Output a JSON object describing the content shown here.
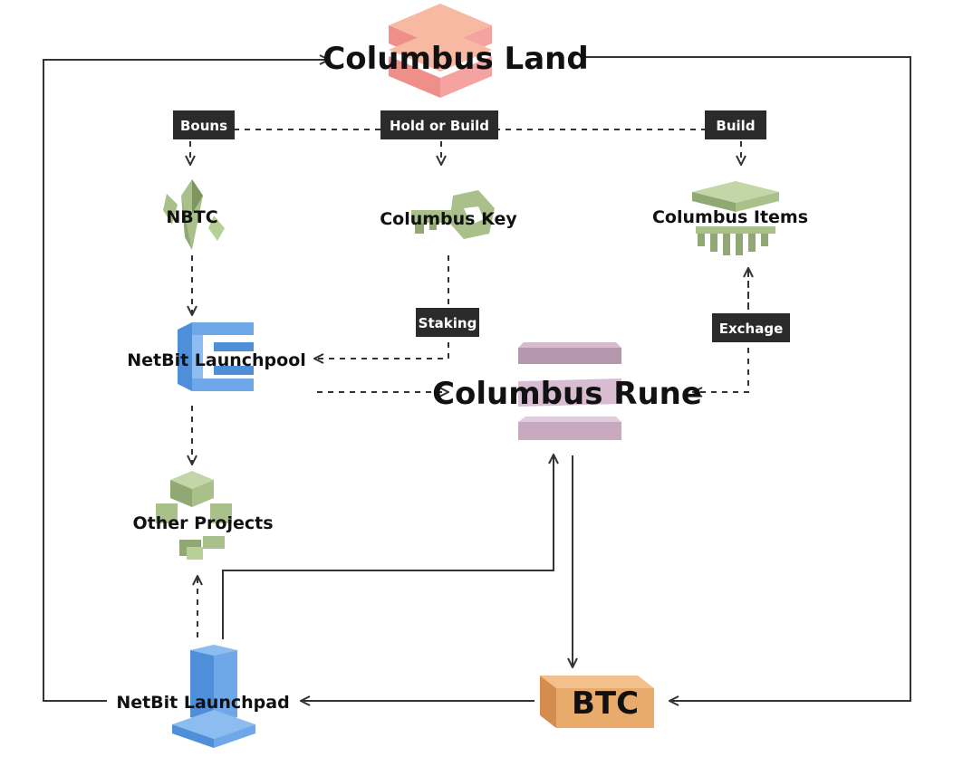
{
  "nodes": {
    "columbus_land": "Columbus Land",
    "nbtc": "NBTC",
    "columbus_key": "Columbus Key",
    "columbus_items": "Columbus Items",
    "launchpool": "NetBit Launchpool",
    "columbus_rune": "Columbus Rune",
    "other_projects": "Other Projects",
    "launchpad": "NetBit Launchpad",
    "btc": "BTC"
  },
  "edge_labels": {
    "bouns": "Bouns",
    "hold_or_build": "Hold or Build",
    "build": "Build",
    "staking": "Staking",
    "exchange": "Exchage"
  },
  "colors": {
    "land_red": "#f4a3a0",
    "green": "#a9c08a",
    "blue": "#6fa8e8",
    "purple": "#c9a9c0",
    "orange": "#e8ab6c",
    "tag_bg": "#2b2b2b"
  }
}
